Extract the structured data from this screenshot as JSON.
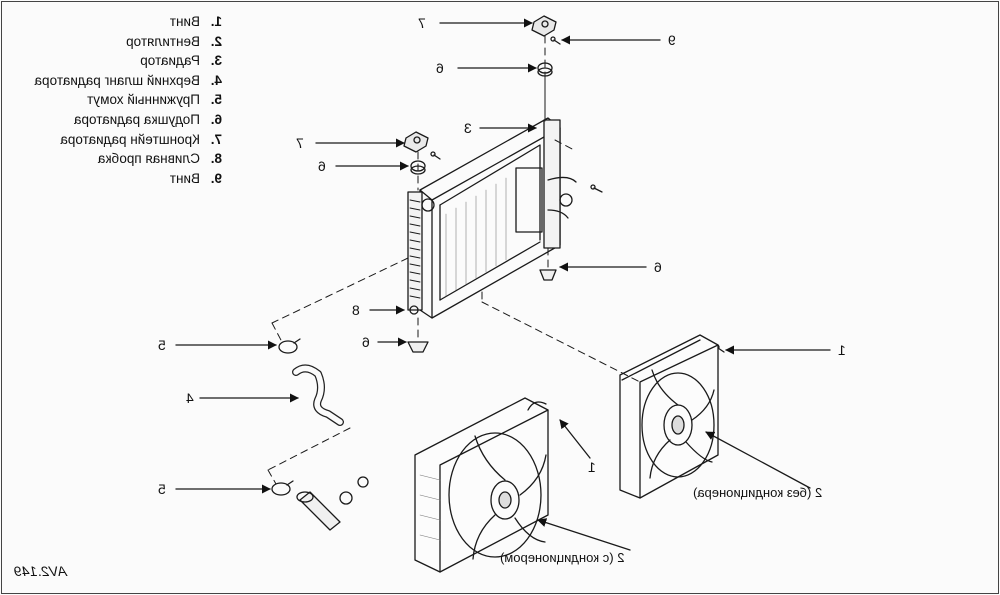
{
  "legend": [
    {
      "num": "1.",
      "label": "Винт"
    },
    {
      "num": "2.",
      "label": "Вентилятор"
    },
    {
      "num": "3.",
      "label": "Радиатор"
    },
    {
      "num": "4.",
      "label": "Верхний шланг радиатора"
    },
    {
      "num": "5.",
      "label": "Пружинный хомут"
    },
    {
      "num": "6.",
      "label": "Подушка радиатора"
    },
    {
      "num": "7.",
      "label": "Кронштейн радиатора"
    },
    {
      "num": "8.",
      "label": "Сливная пробка"
    },
    {
      "num": "9.",
      "label": "Винт"
    }
  ],
  "callouts": [
    "7",
    "9",
    "6",
    "3",
    "7",
    "6",
    "6",
    "8",
    "6",
    "5",
    "1",
    "4",
    "1",
    "5"
  ],
  "captions": {
    "fan_no_ac": "2 (без кондиционера)",
    "fan_with_ac": "2 (с кондиционером)"
  },
  "figure_id": "AV2.149"
}
